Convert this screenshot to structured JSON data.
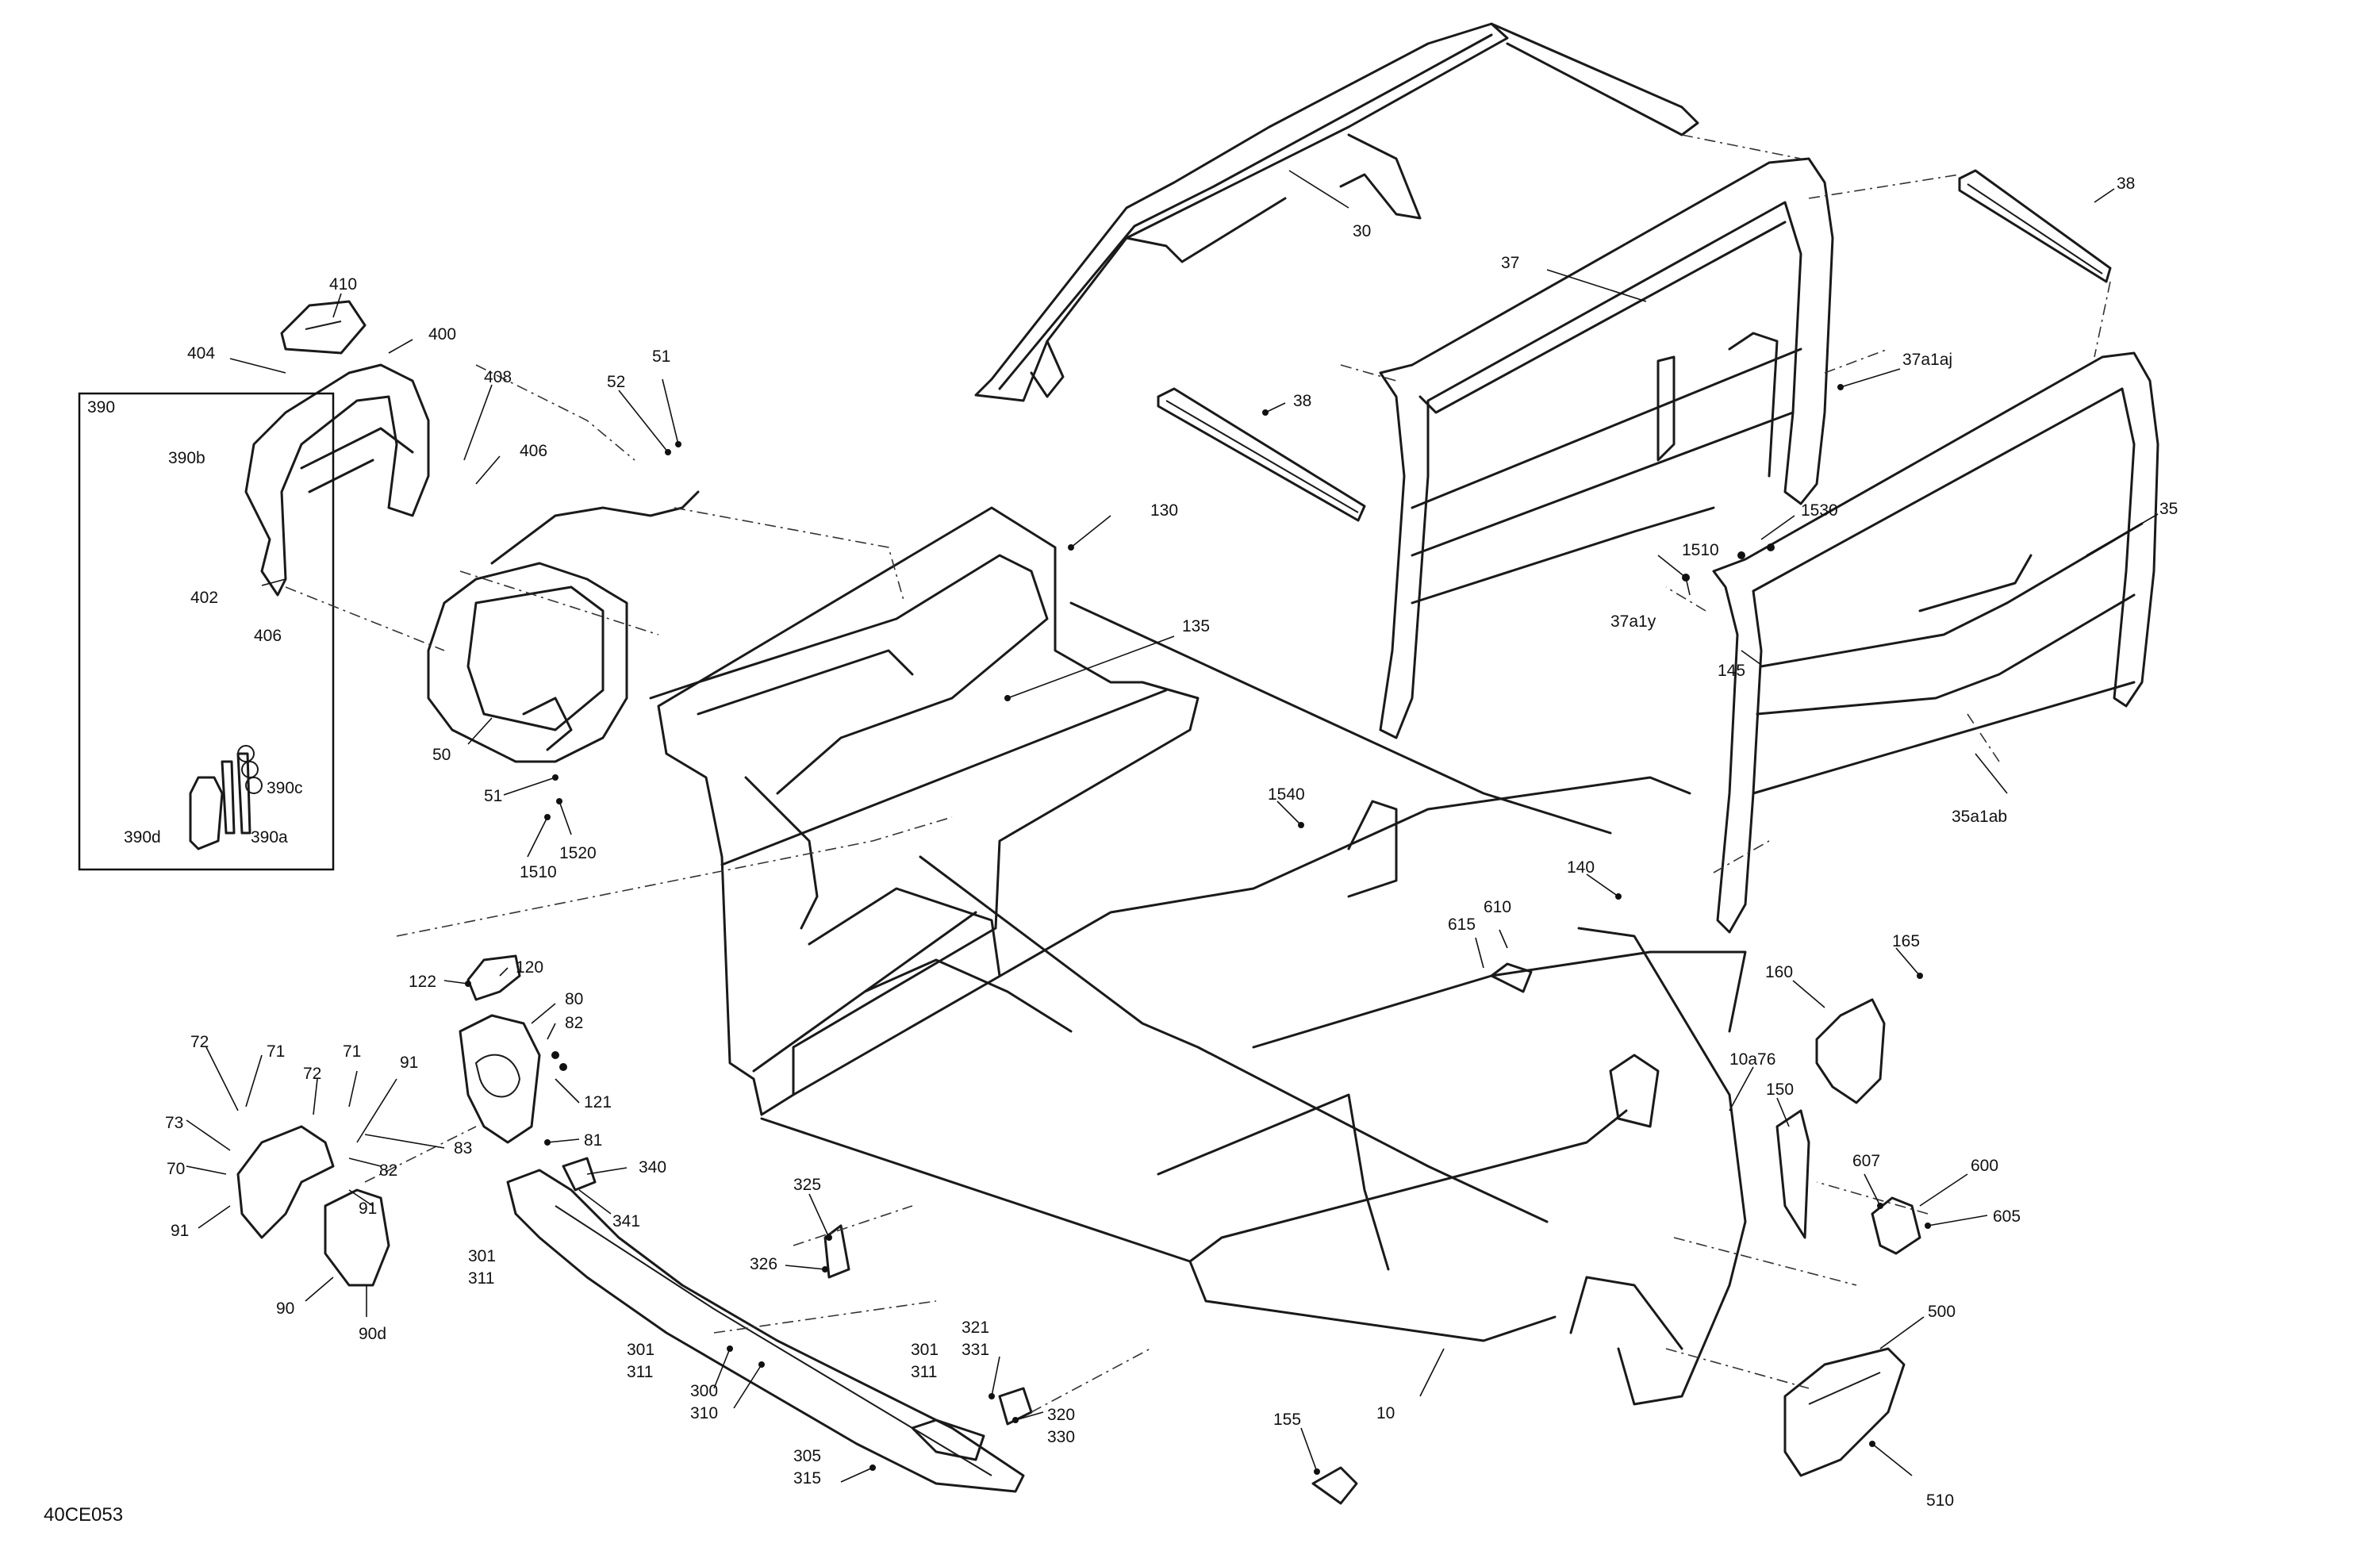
{
  "diagram": {
    "figure_code": "40CE053",
    "inset_title": "390",
    "callouts": [
      {
        "id": "c30",
        "text": "30"
      },
      {
        "id": "c37",
        "text": "37"
      },
      {
        "id": "c38a",
        "text": "38"
      },
      {
        "id": "c38b",
        "text": "38"
      },
      {
        "id": "c37a1aj",
        "text": "37a1aj"
      },
      {
        "id": "c1530",
        "text": "1530"
      },
      {
        "id": "c1510a",
        "text": "1510"
      },
      {
        "id": "c37a1y",
        "text": "37a1y"
      },
      {
        "id": "c35",
        "text": "35"
      },
      {
        "id": "c145",
        "text": "145"
      },
      {
        "id": "c35a1ab",
        "text": "35a1ab"
      },
      {
        "id": "c410",
        "text": "410"
      },
      {
        "id": "c400",
        "text": "400"
      },
      {
        "id": "c404",
        "text": "404"
      },
      {
        "id": "c408",
        "text": "408"
      },
      {
        "id": "c406a",
        "text": "406"
      },
      {
        "id": "c52",
        "text": "52"
      },
      {
        "id": "c51a",
        "text": "51"
      },
      {
        "id": "c402",
        "text": "402"
      },
      {
        "id": "c406b",
        "text": "406"
      },
      {
        "id": "c130",
        "text": "130"
      },
      {
        "id": "c135",
        "text": "135"
      },
      {
        "id": "c50",
        "text": "50"
      },
      {
        "id": "c51b",
        "text": "51"
      },
      {
        "id": "c1520",
        "text": "1520"
      },
      {
        "id": "c1510b",
        "text": "1510"
      },
      {
        "id": "c390b",
        "text": "390b"
      },
      {
        "id": "c390c",
        "text": "390c"
      },
      {
        "id": "c390d",
        "text": "390d"
      },
      {
        "id": "c390a",
        "text": "390a"
      },
      {
        "id": "c1540",
        "text": "1540"
      },
      {
        "id": "c140",
        "text": "140"
      },
      {
        "id": "c610",
        "text": "610"
      },
      {
        "id": "c615",
        "text": "615"
      },
      {
        "id": "c165",
        "text": "165"
      },
      {
        "id": "c160",
        "text": "160"
      },
      {
        "id": "c10a76",
        "text": "10a76"
      },
      {
        "id": "c150",
        "text": "150"
      },
      {
        "id": "c122",
        "text": "122"
      },
      {
        "id": "c120",
        "text": "120"
      },
      {
        "id": "c80",
        "text": "80"
      },
      {
        "id": "c82a",
        "text": "82"
      },
      {
        "id": "c121",
        "text": "121"
      },
      {
        "id": "c81",
        "text": "81"
      },
      {
        "id": "c72a",
        "text": "72"
      },
      {
        "id": "c71a",
        "text": "71"
      },
      {
        "id": "c72b",
        "text": "72"
      },
      {
        "id": "c71b",
        "text": "71"
      },
      {
        "id": "c91a",
        "text": "91"
      },
      {
        "id": "c73",
        "text": "73"
      },
      {
        "id": "c83",
        "text": "83"
      },
      {
        "id": "c70",
        "text": "70"
      },
      {
        "id": "c82b",
        "text": "82"
      },
      {
        "id": "c91b",
        "text": "91"
      },
      {
        "id": "c91c",
        "text": "91"
      },
      {
        "id": "c90",
        "text": "90"
      },
      {
        "id": "c90d",
        "text": "90d"
      },
      {
        "id": "c340",
        "text": "340"
      },
      {
        "id": "c341",
        "text": "341"
      },
      {
        "id": "c301a",
        "text": "301"
      },
      {
        "id": "c311a",
        "text": "311"
      },
      {
        "id": "c325",
        "text": "325"
      },
      {
        "id": "c326",
        "text": "326"
      },
      {
        "id": "c607",
        "text": "607"
      },
      {
        "id": "c600",
        "text": "600"
      },
      {
        "id": "c605",
        "text": "605"
      },
      {
        "id": "c301b",
        "text": "301"
      },
      {
        "id": "c311b",
        "text": "311"
      },
      {
        "id": "c300",
        "text": "300"
      },
      {
        "id": "c310",
        "text": "310"
      },
      {
        "id": "c321",
        "text": "321"
      },
      {
        "id": "c331",
        "text": "331"
      },
      {
        "id": "c301c",
        "text": "301"
      },
      {
        "id": "c311c",
        "text": "311"
      },
      {
        "id": "c320",
        "text": "320"
      },
      {
        "id": "c330",
        "text": "330"
      },
      {
        "id": "c305",
        "text": "305"
      },
      {
        "id": "c315",
        "text": "315"
      },
      {
        "id": "c500",
        "text": "500"
      },
      {
        "id": "c155",
        "text": "155"
      },
      {
        "id": "c10",
        "text": "10"
      },
      {
        "id": "c510",
        "text": "510"
      }
    ]
  }
}
